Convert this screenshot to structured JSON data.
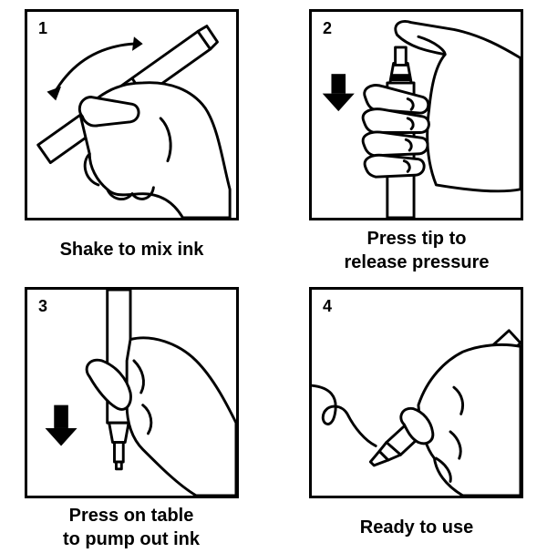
{
  "steps": [
    {
      "number": "1",
      "caption_lines": [
        "Shake to mix ink"
      ]
    },
    {
      "number": "2",
      "caption_lines": [
        "Press tip to",
        "release pressure"
      ]
    },
    {
      "number": "3",
      "caption_lines": [
        "Press on table",
        "to pump out ink"
      ]
    },
    {
      "number": "4",
      "caption_lines": [
        "Ready to use"
      ]
    }
  ]
}
